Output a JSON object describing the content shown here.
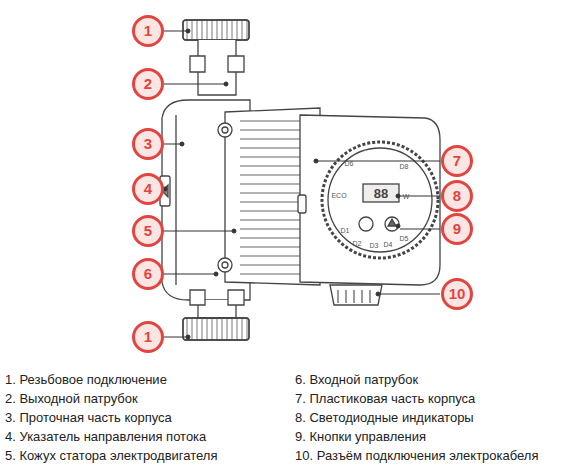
{
  "diagram": {
    "labels": [
      "1",
      "2",
      "3",
      "4",
      "5",
      "6",
      "1",
      "7",
      "8",
      "9",
      "10",
      "D6",
      "D8",
      "ECO",
      "88",
      "W",
      "D1",
      "D2",
      "D3",
      "D4",
      "D5",
      "1. Резьбовое подключение",
      "2. Выходной патрубок",
      "3. Проточная часть корпуса",
      "4. Указатель направления потока",
      "5. Кожух статора электродвигателя",
      "6. Входной патрубок",
      "7. Пластиковая часть корпуса",
      "8. Светодиодные индикаторы",
      "9. Кнопки управления",
      "10. Разъём подключения электрокабеля"
    ]
  }
}
